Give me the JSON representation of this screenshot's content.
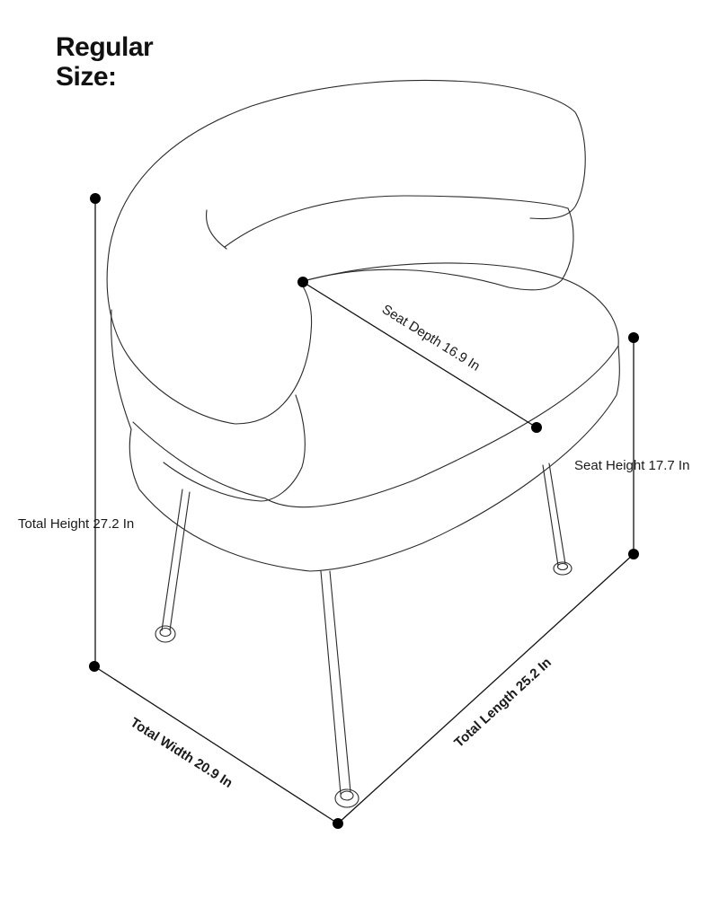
{
  "title": {
    "line1": "Regular",
    "line2": "Size:"
  },
  "dimensions": {
    "seat_depth": "Seat Depth 16.9 In",
    "seat_height": "Seat Height 17.7 In",
    "total_height": "Total Height 27.2 In",
    "total_width": "Total Width 20.9 In",
    "total_length": "Total Length 25.2 In"
  }
}
